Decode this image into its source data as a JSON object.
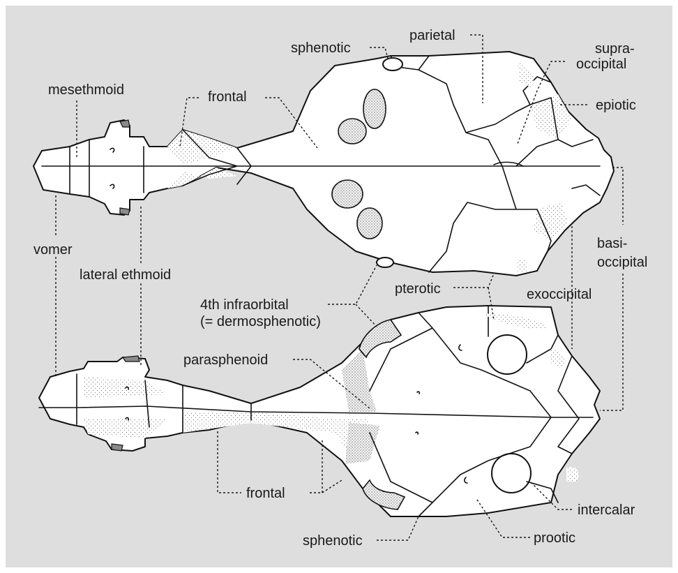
{
  "figure": {
    "background": "#dedede",
    "labels": {
      "sphenotic_top": "sphenotic",
      "parietal": "parietal",
      "supraoccipital_1": "supra-",
      "supraoccipital_2": "occipital",
      "mesethmoid": "mesethmoid",
      "frontal_top": "frontal",
      "epiotic": "epiotic",
      "vomer": "vomer",
      "basioccipital_1": "basi-",
      "basioccipital_2": "occipital",
      "lateral_ethmoid": "lateral ethmoid",
      "pterotic": "pterotic",
      "exoccipital": "exoccipital",
      "infraorbital_1": "4th infraorbital",
      "infraorbital_2": "(= dermosphenotic)",
      "parasphenoid": "parasphenoid",
      "frontal_bottom": "frontal",
      "intercalar": "intercalar",
      "sphenotic_bottom": "sphenotic",
      "prootic": "prootic"
    }
  }
}
